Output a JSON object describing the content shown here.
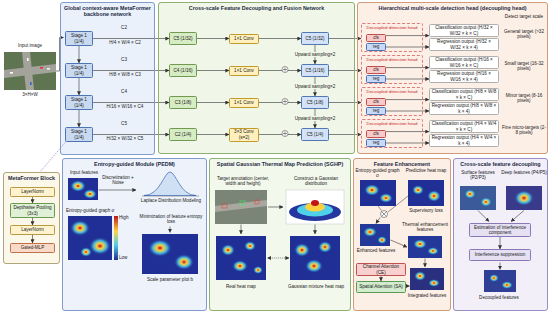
{
  "diagram": {
    "nodes": [
      {
        "text": [
          "Global context-aware MetaFormer backbone network"
        ]
      },
      {
        "text": [
          "Stage 1 (1/4)"
        ],
        "in": 0
      },
      {
        "text": [
          "Stage 1 (1/4)"
        ],
        "in": 0
      },
      {
        "text": [
          "Stage 1 (1/4)"
        ],
        "in": 0
      },
      {
        "text": [
          "Stage 1 (1/4)"
        ],
        "in": 0
      },
      {
        "text": [
          "MetaFormer Block"
        ]
      },
      {
        "text": [
          "LayerNorm"
        ],
        "in": 5
      },
      {
        "text": [
          "Depthwise Pooling (3x3)"
        ],
        "in": 5
      },
      {
        "text": [
          "LayerNorm"
        ],
        "in": 5
      },
      {
        "text": [
          "Gated-MLP"
        ],
        "in": 5
      },
      {
        "text": [
          "Cross-scale Feature Decoupling and Fusion Network"
        ]
      },
      {
        "text": [
          "C5 (1/32)"
        ],
        "in": 10
      },
      {
        "text": [
          "C4 (1/16)"
        ],
        "in": 10
      },
      {
        "text": [
          "C3 (1/8)"
        ],
        "in": 10
      },
      {
        "text": [
          "C2 (1/4)"
        ],
        "in": 10
      },
      {
        "text": [
          "1×1 Conv"
        ],
        "in": 10
      },
      {
        "text": [
          "1×1 Conv"
        ],
        "in": 10
      },
      {
        "text": [
          "1×1 Conv"
        ],
        "in": 10
      },
      {
        "text": [
          "3×3 Conv (s=2)"
        ],
        "in": 10
      },
      {
        "text": [
          "C5 (1/32)"
        ],
        "in": 10
      },
      {
        "text": [
          "C5 (1/16)"
        ],
        "in": 10
      },
      {
        "text": [
          "C5 (1/8)"
        ],
        "in": 10
      },
      {
        "text": [
          "C5 (1/4)"
        ],
        "in": 10
      },
      {
        "text": [
          "Hierarchical multi-scale detection head (decoupling head)"
        ]
      },
      {
        "text": [
          "Decoupled detection head"
        ],
        "in": 23
      },
      {
        "text": [
          "cls"
        ],
        "in": 24
      },
      {
        "text": [
          "reg"
        ],
        "in": 24
      },
      {
        "text": [
          "Classification output (H/32 × W/32 × k × C)"
        ],
        "in": 23
      },
      {
        "text": [
          "Regression output (H/32 × W/32 × k × 4)"
        ],
        "in": 23
      },
      {
        "text": [
          "Decoupled detection head"
        ],
        "in": 23
      },
      {
        "text": [
          "cls"
        ],
        "in": 29
      },
      {
        "text": [
          "reg"
        ],
        "in": 29
      },
      {
        "text": [
          "Classification output (H/16 × W/16 × k × C)"
        ],
        "in": 23
      },
      {
        "text": [
          "Regression output (H/16 × W/16 × k × 4)"
        ],
        "in": 23
      },
      {
        "text": [
          "Decoupled detection head"
        ],
        "in": 23
      },
      {
        "text": [
          "cls"
        ],
        "in": 34
      },
      {
        "text": [
          "reg"
        ],
        "in": 34
      },
      {
        "text": [
          "Classification output (H/8 × W/8 × k × C)"
        ],
        "in": 23
      },
      {
        "text": [
          "Regression output (H/8 × W/8 × k × 4)"
        ],
        "in": 23
      },
      {
        "text": [
          "Decoupled detection head"
        ],
        "in": 23
      },
      {
        "text": [
          "cls"
        ],
        "in": 39
      },
      {
        "text": [
          "reg"
        ],
        "in": 39
      },
      {
        "text": [
          "Classification output (H/4 × W/4 × k × C)"
        ],
        "in": 23
      },
      {
        "text": [
          "Regression output (H/4 × W/4 × k × 4)"
        ],
        "in": 23
      },
      {
        "text": [
          "Entropy-guided Module (PEDM)"
        ]
      },
      {
        "text": [
          "Spatial Gaussian Thermal Map Prediction (SGHP)"
        ]
      },
      {
        "text": [
          "Feature Enhancement"
        ]
      },
      {
        "text": [
          "Channel Attention (CE)"
        ],
        "in": 46
      },
      {
        "text": [
          "Spatial Attention (SA)"
        ],
        "in": 46
      },
      {
        "text": [
          "Cross-scale feature decoupling"
        ]
      },
      {
        "text": [
          "Estimation of interference component"
        ],
        "in": 49
      },
      {
        "text": [
          "Interference suppression"
        ],
        "in": 49
      }
    ],
    "edges": [
      {
        "from": 1,
        "to": 2,
        "arrow": "to"
      },
      {
        "from": 2,
        "to": 3,
        "arrow": "to"
      },
      {
        "from": 3,
        "to": 4,
        "arrow": "to"
      },
      {
        "from": 6,
        "to": 7,
        "arrow": "to"
      },
      {
        "from": 7,
        "to": 8,
        "arrow": "to"
      },
      {
        "from": 8,
        "to": 9,
        "arrow": "to"
      },
      {
        "from": 1,
        "to": 11,
        "arrow": "to"
      },
      {
        "from": 2,
        "to": 12,
        "arrow": "to"
      },
      {
        "from": 3,
        "to": 13,
        "arrow": "to"
      },
      {
        "from": 4,
        "to": 14,
        "arrow": "to"
      },
      {
        "from": 11,
        "to": 15,
        "arrow": "to"
      },
      {
        "from": 15,
        "to": 19,
        "arrow": "to"
      },
      {
        "from": 12,
        "to": 16,
        "arrow": "to"
      },
      {
        "from": 16,
        "to": 20,
        "arrow": "to"
      },
      {
        "from": 13,
        "to": 17,
        "arrow": "to"
      },
      {
        "from": 17,
        "to": 21,
        "arrow": "to"
      },
      {
        "from": 14,
        "to": 18,
        "arrow": "to"
      },
      {
        "from": 18,
        "to": 22,
        "arrow": "to"
      },
      {
        "from": 19,
        "to": 20,
        "label": "Upward sampling×2",
        "arrow": "to"
      },
      {
        "from": 20,
        "to": 21,
        "label": "Upward sampling×2",
        "arrow": "to"
      },
      {
        "from": 21,
        "to": 22,
        "label": "Upward sampling×2",
        "arrow": "to"
      },
      {
        "from": 19,
        "to": 24,
        "arrow": "to"
      },
      {
        "from": 20,
        "to": 29,
        "arrow": "to"
      },
      {
        "from": 21,
        "to": 34,
        "arrow": "to"
      },
      {
        "from": 22,
        "to": 39,
        "arrow": "to"
      },
      {
        "from": 25,
        "to": 27,
        "arrow": "to"
      },
      {
        "from": 26,
        "to": 28,
        "arrow": "to"
      },
      {
        "from": 30,
        "to": 32,
        "arrow": "to"
      },
      {
        "from": 31,
        "to": 33,
        "arrow": "to"
      },
      {
        "from": 35,
        "to": 37,
        "arrow": "to"
      },
      {
        "from": 36,
        "to": 38,
        "arrow": "to"
      },
      {
        "from": 40,
        "to": 42,
        "arrow": "to"
      },
      {
        "from": 41,
        "to": 43,
        "arrow": "to"
      },
      {
        "from": 47,
        "to": 48,
        "arrow": "to"
      },
      {
        "from": 50,
        "to": 51,
        "arrow": "to"
      }
    ],
    "labels": [
      "Input image",
      "3×H×W",
      "C2",
      "H/4 × W/4 × C2",
      "C3",
      "H/8 × W/8 × C3",
      "C4",
      "H/16 × W/16 × C4",
      "C5",
      "H/32 × W/32 × C5",
      "Detect target scale",
      "General target (>32 pixels)",
      "Small target (16-32 pixels)",
      "Minor target (8-16 pixels)",
      "Fine micro-targets (2-8 pixels)",
      "Input features",
      "Discretization + Noise",
      "Laplace Distribution Modeling",
      "Entropy-guided graph σ",
      "High",
      "Low",
      "Minimization of feature entropy loss",
      "Scale parameter plot b",
      "Target annotation (center, width and height)",
      "Construct a Gaussian distribution",
      "Real heat map",
      "Gaussian mixture heat map",
      "Entropy-guided graph σ",
      "Predictive heat map",
      "Supervisory loss",
      "Enhanced features",
      "Thermal enhancement features",
      "Integrated features",
      "Surface features (P2/P3)",
      "Deep features (P4/P5)",
      "Decoupled features"
    ]
  }
}
